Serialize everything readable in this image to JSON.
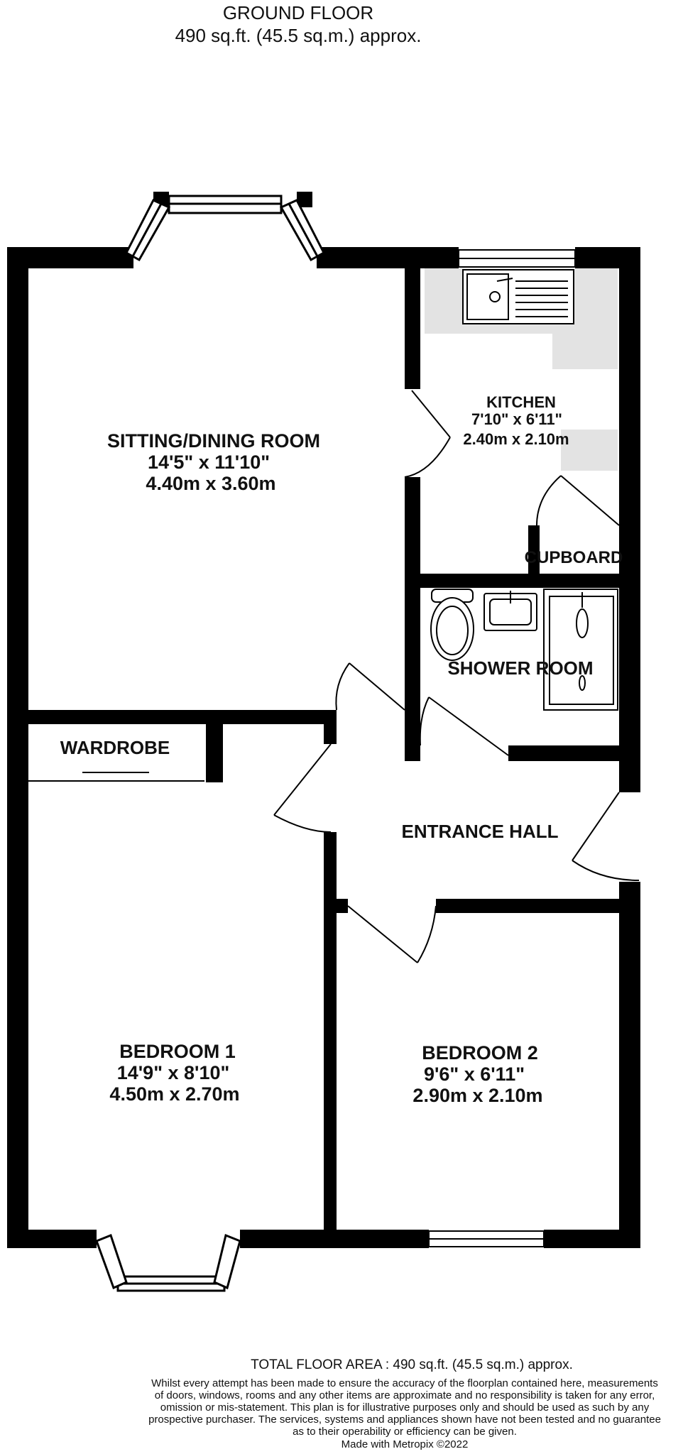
{
  "header": {
    "floor": "GROUND FLOOR",
    "area": "490 sq.ft. (45.5 sq.m.) approx."
  },
  "rooms": {
    "sitting": {
      "name": "SITTING/DINING ROOM",
      "imperial": "14'5\"  x 11'10\"",
      "metric": "4.40m  x 3.60m"
    },
    "kitchen": {
      "name": "KITCHEN",
      "imperial": "7'10\"  x 6'11\"",
      "metric": "2.40m  x 2.10m"
    },
    "cupboard": {
      "name": "CUPBOARD"
    },
    "shower": {
      "name": "SHOWER ROOM"
    },
    "wardrobe": {
      "name": "WARDROBE"
    },
    "hall": {
      "name": "ENTRANCE HALL"
    },
    "bedroom1": {
      "name": "BEDROOM 1",
      "imperial": "14'9\"  x 8'10\"",
      "metric": "4.50m  x 2.70m"
    },
    "bedroom2": {
      "name": "BEDROOM 2",
      "imperial": "9'6\"  x 6'11\"",
      "metric": "2.90m  x 2.10m"
    }
  },
  "footer": {
    "total": "TOTAL FLOOR AREA : 490 sq.ft. (45.5 sq.m.) approx.",
    "disclaimer_1": "Whilst every attempt has been made to ensure the accuracy of the floorplan contained here, measurements",
    "disclaimer_2": "of doors, windows, rooms and any other items are approximate and no responsibility is taken for any error,",
    "disclaimer_3": "omission or mis-statement. This plan is for illustrative purposes only and should be used as such by any",
    "disclaimer_4": "prospective purchaser. The services, systems and appliances shown have not been tested and no guarantee",
    "disclaimer_5": "as to their operability or efficiency can be given.",
    "credit": "Made with Metropix ©2022"
  },
  "colors": {
    "wall": "#000000",
    "fixture_fill": "#e3e3e3",
    "background": "#ffffff"
  }
}
